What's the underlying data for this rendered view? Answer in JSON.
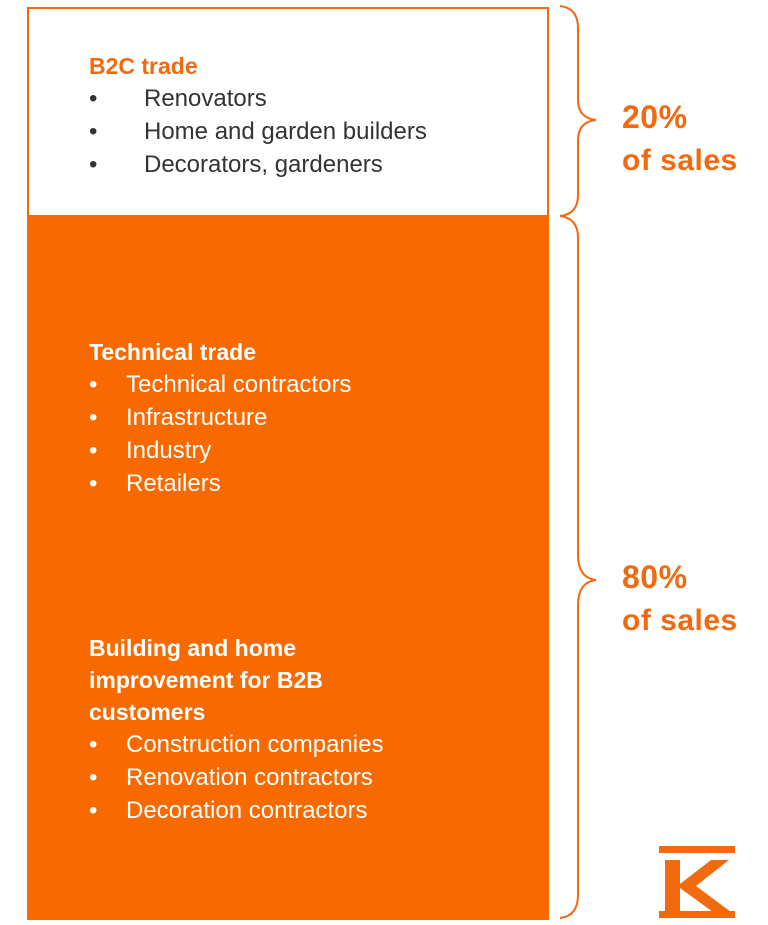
{
  "b2c": {
    "heading": "B2C trade",
    "items": [
      "Renovators",
      "Home and garden builders",
      "Decorators, gardeners"
    ]
  },
  "technical": {
    "heading": "Technical trade",
    "items": [
      "Technical contractors",
      "Infrastructure",
      "Industry",
      "Retailers"
    ]
  },
  "building": {
    "heading_lines": [
      "Building and home",
      "improvement for B2B",
      "customers"
    ],
    "items": [
      "Construction companies",
      "Renovation contractors",
      "Decoration contractors"
    ]
  },
  "shares": {
    "b2c": {
      "value": "20%",
      "label": "of sales"
    },
    "b2b": {
      "value": "80%",
      "label": "of sales"
    }
  },
  "colors": {
    "accent": "#f26a10",
    "orange_fill": "#f86a00",
    "text_dark": "#333333"
  },
  "bullet_glyph": "•",
  "logo": {
    "letter": "K",
    "icon": "kesko-k-logo-icon"
  }
}
